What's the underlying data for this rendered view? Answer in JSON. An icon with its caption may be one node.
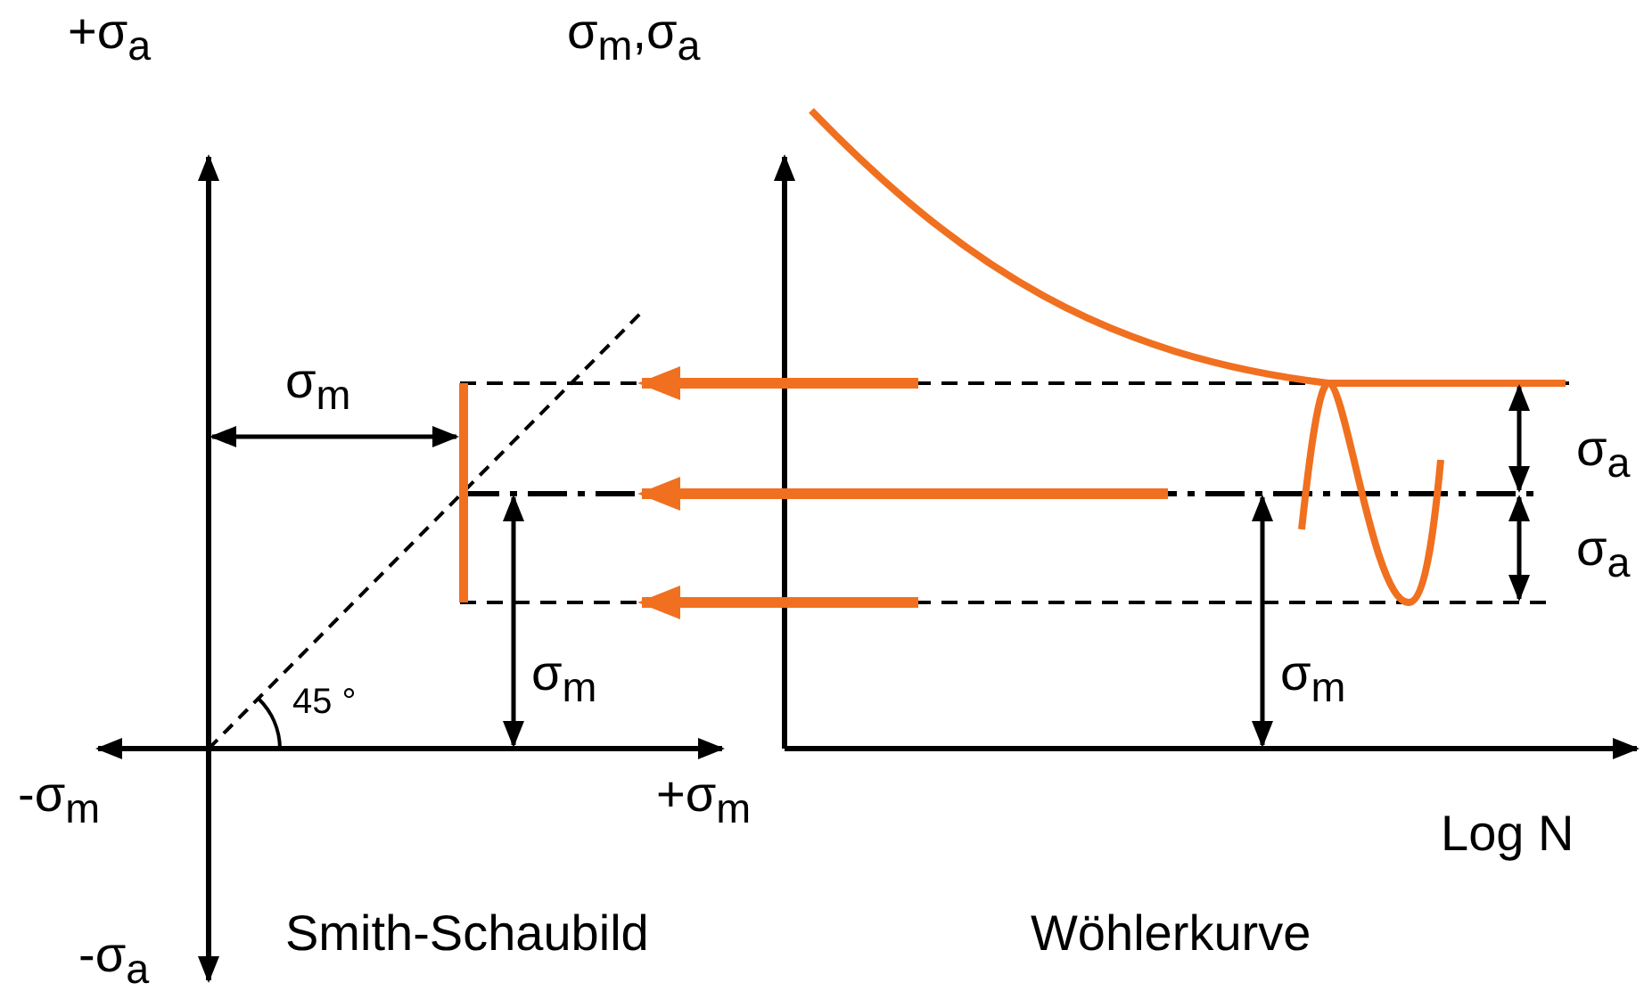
{
  "diagram": {
    "labels": [
      "+σ$_{a}$",
      "σ$_{m}$,σ$_{a}$",
      "σ$_{m}$",
      "σ$_{a}$",
      "σ$_{a}$",
      "σ$_{m}$",
      "45 °",
      "σ$_{m}$",
      "-σ$_{m}$",
      "+σ$_{m}$",
      "Log N",
      "-σ$_{a}$",
      "Smith-Schaubild",
      "Wöhlerkurve"
    ]
  }
}
